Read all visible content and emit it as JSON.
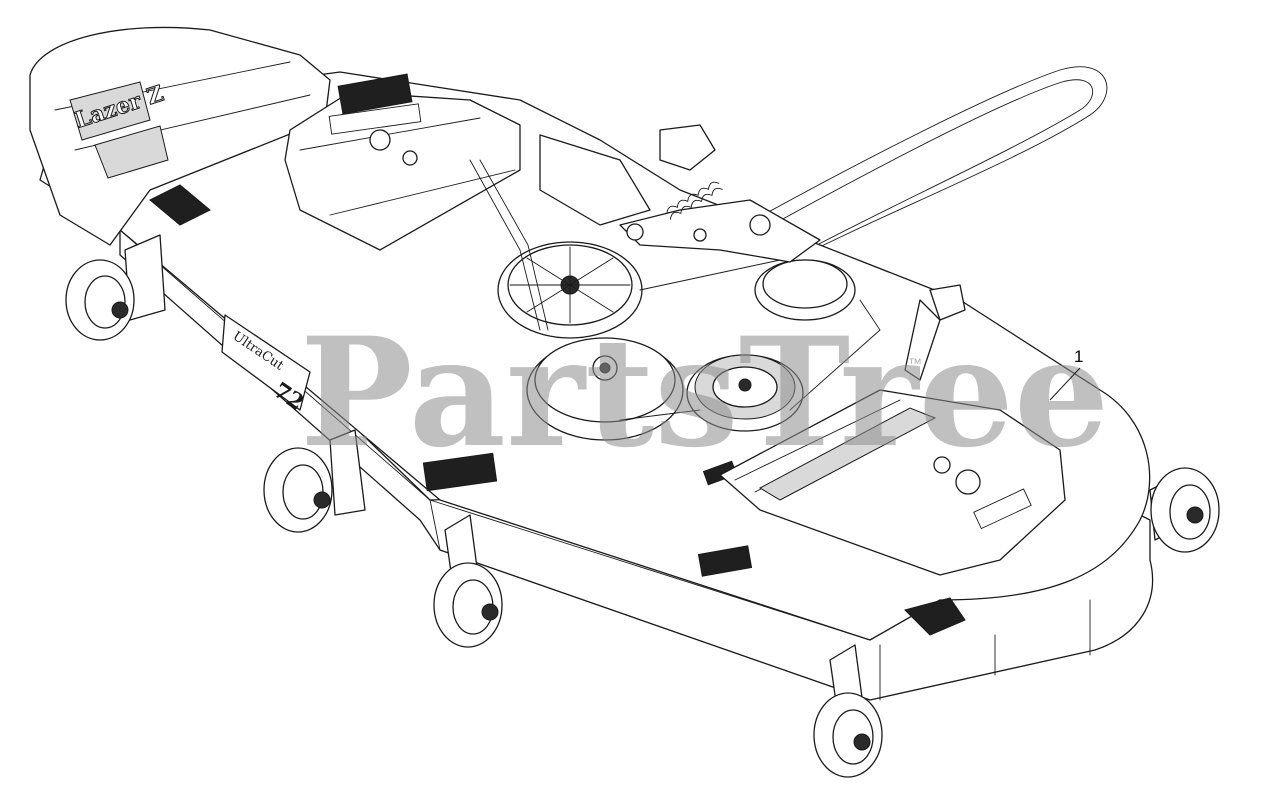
{
  "diagram": {
    "watermark": "PartsTree",
    "trademark": "™",
    "callouts": [
      {
        "number": "1"
      }
    ],
    "decals": {
      "brand": "Lazer Z",
      "deck_model": "UltraCut",
      "deck_size": "72"
    }
  }
}
